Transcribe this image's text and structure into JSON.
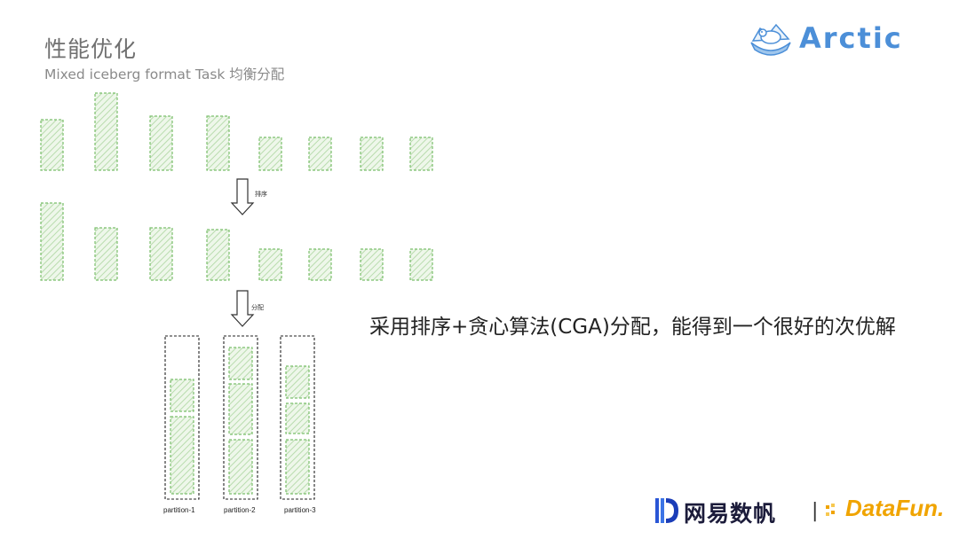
{
  "header": {
    "title": "性能优化",
    "subtitle": "Mixed iceberg format Task 均衡分配"
  },
  "brand": {
    "arctic": "Arctic",
    "netease": "网易数帆",
    "separator": "|",
    "datafun": "DataFun."
  },
  "diagram": {
    "step_sort": "排序",
    "step_assign": "分配",
    "partitions": [
      "partition-1",
      "partition-2",
      "partition-3"
    ]
  },
  "description": "采用排序+贪心算法(CGA)分配，能得到一个很好的次优解",
  "colors": {
    "block_stroke": "#7bbf6c",
    "block_hatch": "#cfe8c6",
    "arctic_blue": "#4c8fd8",
    "datafun_orange": "#f0a400"
  }
}
